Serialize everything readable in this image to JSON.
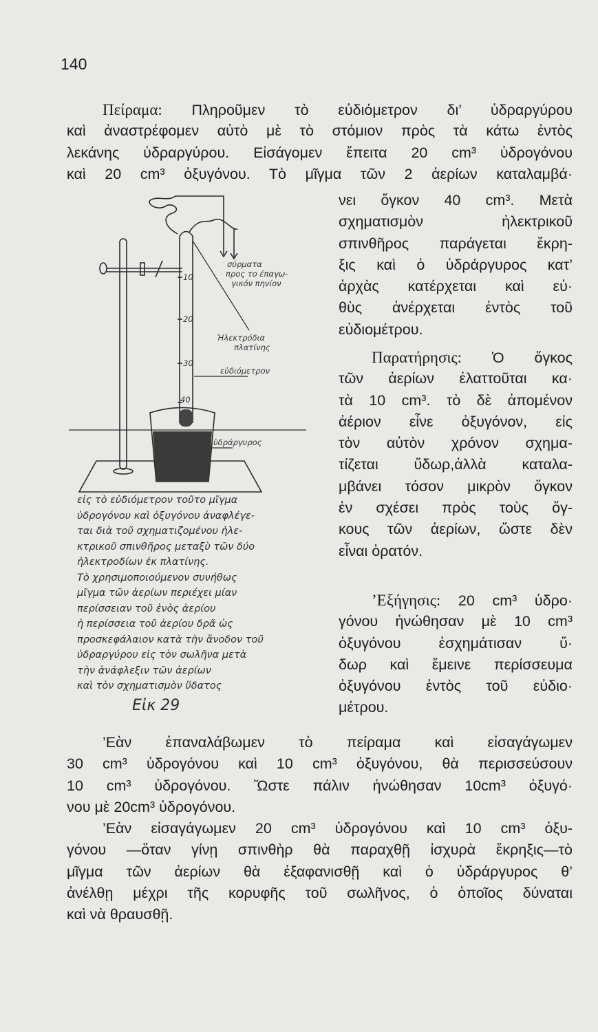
{
  "page_number": "140",
  "intro": {
    "heading": "Πείραμα:",
    "lines": [
      "Πληροῦμεν τὸ εὐδιόμετρον δι’ ὑδραργύρου",
      "καὶ ἀναστρέφομεν αὐτὸ μὲ τὸ στόμιον πρὸς τὰ κάτω ἐντὸς",
      "λεκάνης ὑδραργύρου. Εἰσάγομεν ἔπειτα 20 cm³ ὑδρογόνου",
      "καὶ 20 cm³ ὀξυγόνου. Τὸ μῖγμα τῶν 2 ἀερίων καταλαμβά·"
    ]
  },
  "right_column": {
    "para1": [
      "νει ὄγκον 40 cm³. Μετὰ",
      "σχηματισμὸν ἠλεκτρικοῦ",
      "σπινθῆρος παράγεται ἔκρη-",
      "ξις καὶ ὁ ὑδράργυρος κατ’",
      "ἀρχὰς κατέρχεται καὶ εὐ·",
      "θὺς ἀνέρχεται ἐντὸς τοῦ",
      "εὐδιομέτρου."
    ],
    "observation_heading": "Παρατήρησις:",
    "observation": [
      "Ὁ ὄγκος",
      "τῶν ἀερίων ἐλαττοῦται κα·",
      "τὰ 10 cm³. τὸ δὲ ἀπομένον",
      "ἀέριον εἶνε ὀξυγόνον, εἰς",
      "τὸν αὐτὸν χρόνον σχημα-",
      "τίζεται ὕδωρ,ἀλλὰ καταλα-",
      "μβάνει τόσον μικρὸν ὄγκον",
      "ἐν σχέσει πρὸς τοὺς ὄγ-",
      "κους τῶν ἀερίων, ὥστε δὲν",
      "εἶναι ὁρατόν."
    ],
    "explanation_heading": "’Εξήγησις:",
    "explanation": [
      "20 cm³ ὑδρο·",
      "γόνου ἡνώθησαν μὲ 10 cm³",
      "ὀξυγόνου ἐσχημάτισαν ὕ·",
      "δωρ καὶ ἔμεινε περίσσευμα",
      "ὀξυγόνου ἐντὸς τοῦ εὐδιο·",
      "μέτρου."
    ]
  },
  "bottom": {
    "para1": [
      "’Εὰν ἐπαναλάβωμεν τὸ πείραμα καὶ εἰσαγάγωμεν",
      "30 cm³ ὑδρογόνου καὶ 10 cm³ ὀξυγόνου, θὰ περισσεύσουν",
      "10 cm³ ὑδρογόνου. Ὥστε πάλιν ἡνώθησαν 10cm³ ὀξυγό·",
      "νου μὲ 20cm³ ὑδρογόνου."
    ],
    "para2": [
      "’Εὰν εἰσαγάγωμεν 20 cm³ ὑδρογόνου καὶ 10 cm³ ὀξυ-",
      "γόνου —ὅταν γίνῃ σπινθὴρ θὰ παραχθῇ ἰσχυρὰ ἔκρηξις—τὸ",
      "μῖγμα τῶν ἀερίων θὰ ἐξαφανισθῇ καὶ ὁ ὑδράργυρος θ’",
      "ἀνέλθῃ μέχρι τῆς κορυφῆς τοῦ σωλῆνος, ὁ ὁποῖος δύναται",
      "καὶ νὰ θραυσθῇ."
    ]
  },
  "figure": {
    "labels": {
      "wires": [
        "σύρματα",
        "προς το έπαγω-",
        "γικόν πηνίον"
      ],
      "electrodes": [
        "Ήλεκτρόδια",
        "πλατίνης"
      ],
      "eudiometer": "εὐδιόμετρον",
      "mercury": "ὑδράργυρος",
      "scale": [
        "10",
        "20",
        "30",
        "40"
      ]
    },
    "caption_lines": [
      "εἰς τὸ εὐδιόμετρον τοῦτο μῖγμα",
      "ὑδρογόνου καὶ ὀξυγόνου ἀναφλέγε-",
      "ται διὰ τοῦ σχηματιζομένου ἠλε-",
      "κτρικοῦ σπινθῆρος μεταξὺ τῶν δύο",
      "ἠλεκτροδίων ἐκ πλατίνης.",
      "Τὸ χρησιμοποιούμενον συνήθως",
      "μῖγμα τῶν ἀερίων περιέχει μίαν",
      "περίσσειαν τοῦ ἑνὸς ἀερίου",
      "ἡ περίσσεια τοῦ ἀερίου δρᾶ ὡς",
      "προσκεφάλαιον κατὰ τὴν ἄνοδον τοῦ",
      "ὑδραργύρου εἰς τὸν σωλῆνα μετὰ",
      "τὴν ἀνάφλεξιν τῶν ἀερίων",
      "καὶ τὸν σχηματισμὸν ὕδατος"
    ],
    "figure_number": "Εἰκ 29"
  }
}
